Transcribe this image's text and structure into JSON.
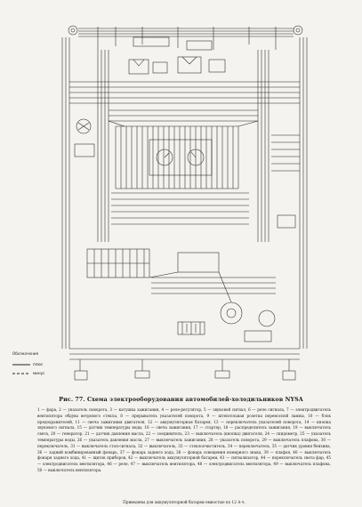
{
  "caption": "Рис. 77. Схема электрооборудования автомобилей-холодильников NYSA",
  "legend": {
    "title": "Обозначения",
    "items": [
      "плюс",
      "минус"
    ]
  },
  "legend_text": "1 — фара, 2 — указатель поворота, 3 — катушка зажигания, 4 — реле-регулятор, 5 — звуковой сигнал, 6 — реле сигнала, 7 — электродвигатель вентилятора обдува ветрового стекла, 8 — прерыватель указателей поворота, 9 — штепсельная розетка переносной лампы, 10 — блок предохранителей, 11 — свеча зажигания двигателя, 12 — аккумуляторная батарея, 13 — переключатель указателей поворота, 14 — кнопка звукового сигнала, 15 — датчик температуры воды, 16 — свеча зажигания, 17 — стартер, 18 — распределитель зажигания, 19 — выключатель света, 20 — генератор, 21 — датчик давления масла, 22 — соединитель, 23 — выключатель (кнопка) двигателя, 24 — спидометр, 25 — указатель температуры воды, 26 — указатель давления масла, 27 — выключатель зажигания, 28 — указатель поворота, 29 — выключатель плафона, 30 — переключатель, 31 — выключатель стоп-сигнала, 32 — выключатель, 33 — стеклоочиститель, 34 — переключатель, 35 — датчик уровня бензина, 36 — задний комбинированный фонарь, 37 — фонарь заднего хода, 38 — фонарь освещения номерного знака, 39 — плафон, 40 — выключатель фонаря заднего хода, 41 — щиток приборов, 42 — выключатель аккумуляторной батареи, 43 — сигнализатор, 44 — переключатель света фар, 45 — электродвигатель вентилятора, 46 — реле, 47 — выключатель вентилятора, 48 — электродвигатель вентилятора, 49 — выключатель плафона, 50 — выключатель вентилятора.",
  "footnote": "Приведены для аккумуляторной батареи емкостью по 12 А·ч."
}
